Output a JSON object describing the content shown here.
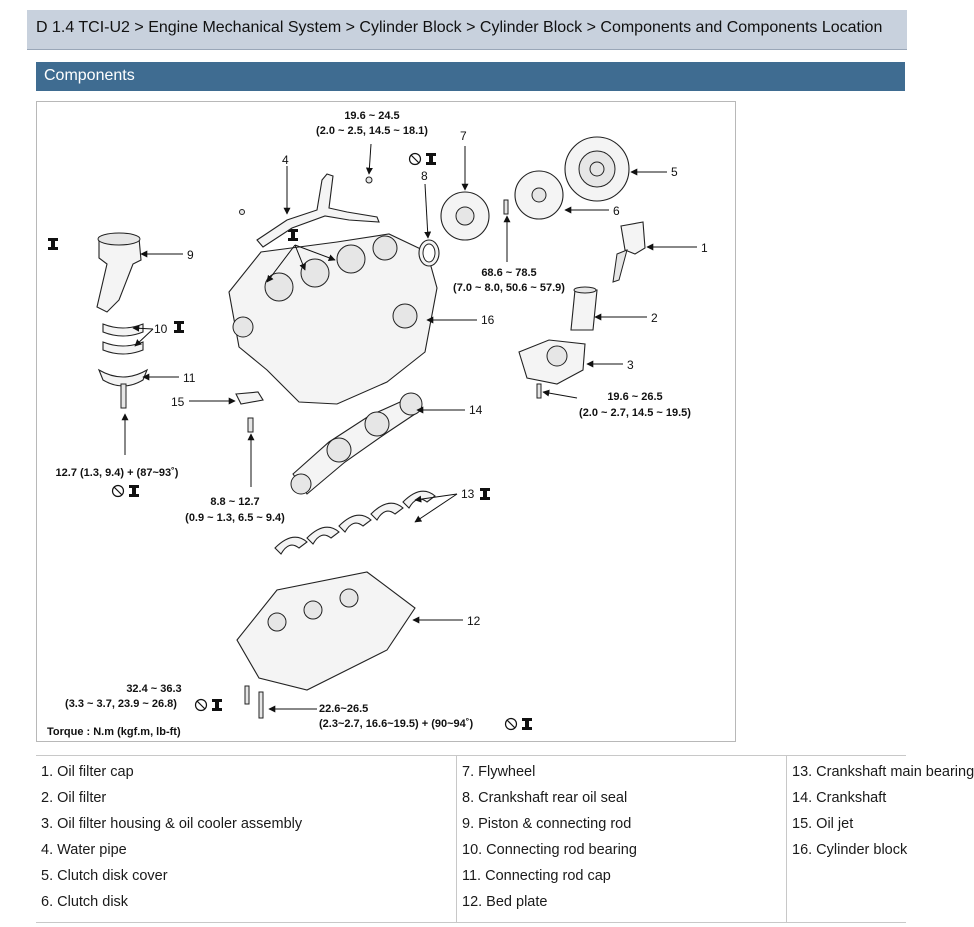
{
  "breadcrumb": "D 1.4 TCI-U2 > Engine Mechanical System > Cylinder Block > Cylinder Block > Components and Components Location",
  "section_title": "Components",
  "diagram": {
    "torque_a_1": "19.6 ~ 24.5",
    "torque_a_2": "(2.0 ~ 2.5, 14.5 ~ 18.1)",
    "torque_b_1": "68.6 ~ 78.5",
    "torque_b_2": "(7.0 ~ 8.0, 50.6 ~ 57.9)",
    "torque_c_1": "19.6 ~ 26.5",
    "torque_c_2": "(2.0 ~ 2.7, 14.5 ~ 19.5)",
    "torque_d": "12.7 (1.3, 9.4) + (87~93˚)",
    "torque_e_1": "8.8 ~ 12.7",
    "torque_e_2": "(0.9 ~ 1.3, 6.5 ~ 9.4)",
    "torque_f_1": "32.4 ~ 36.3",
    "torque_f_2": "(3.3 ~ 3.7, 23.9 ~ 26.8)",
    "torque_g_1": "22.6~26.5",
    "torque_g_2": "(2.3~2.7, 16.6~19.5) + (90~94˚)",
    "unit_note": "Torque : N.m (kgf.m, lb-ft)",
    "callouts": {
      "n1": "1",
      "n2": "2",
      "n3": "3",
      "n4": "4",
      "n5": "5",
      "n6": "6",
      "n7": "7",
      "n8": "8",
      "n9": "9",
      "n10": "10",
      "n11": "11",
      "n12": "12",
      "n13": "13",
      "n14": "14",
      "n15": "15",
      "n16": "16"
    }
  },
  "legend": {
    "col1": [
      "1. Oil filter cap",
      "2. Oil filter",
      "3. Oil filter housing & oil cooler assembly",
      "4. Water pipe",
      "5. Clutch disk cover",
      "6. Clutch disk"
    ],
    "col2": [
      "7. Flywheel",
      "8. Crankshaft rear oil seal",
      "9. Piston & connecting rod",
      "10. Connecting rod bearing",
      "11. Connecting rod cap",
      "12. Bed plate"
    ],
    "col3": [
      "13. Crankshaft main bearing",
      "14. Crankshaft",
      "15. Oil jet",
      "16. Cylinder block"
    ]
  }
}
